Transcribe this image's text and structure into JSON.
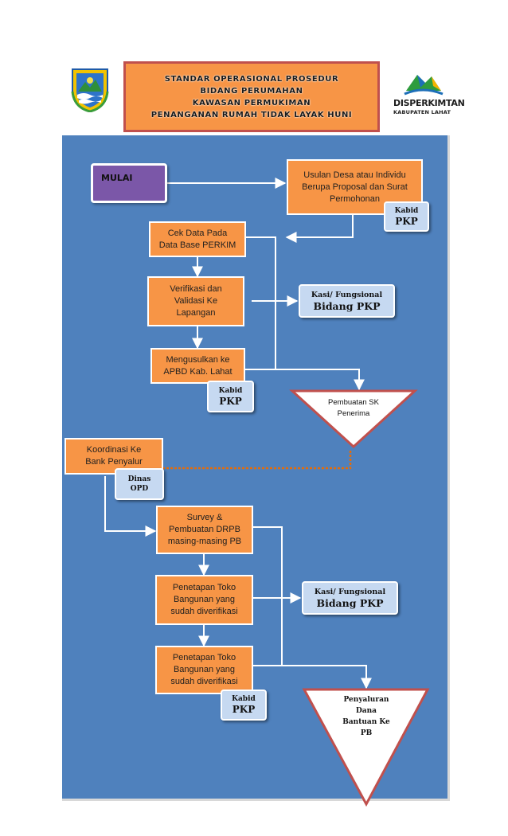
{
  "header": {
    "lines": [
      "STANDAR OPERASIONAL PROSEDUR",
      "BIDANG PERUMAHAN",
      "KAWASAN PERMUKIMAN",
      "PENANGANAN RUMAH TIDAK LAYAK HUNI"
    ],
    "brand_name": "DISPERKIMTAN",
    "brand_sub": "KABUPATEN LAHAT"
  },
  "colors": {
    "panel": "#4f81bd",
    "process": "#f79546",
    "start": "#7b57a8",
    "role": "#c6d9f1",
    "triangle_border": "#c0504d",
    "dotted_line": "#e46c0a"
  },
  "flow": {
    "start": "MULAI",
    "usulan": [
      "Usulan Desa atau Individu",
      "Berupa Proposal dan Surat",
      "Permohonan"
    ],
    "cek_data": [
      "Cek Data Pada",
      "Data Base PERKIM"
    ],
    "verifikasi": [
      "Verifikasi dan",
      "Validasi Ke",
      "Lapangan"
    ],
    "mengusulkan": [
      "Mengusulkan ke",
      "APBD Kab. Lahat"
    ],
    "sk": [
      "Pembuatan SK",
      "Penerima"
    ],
    "koordinasi": [
      "Koordinasi Ke",
      "Bank Penyalur"
    ],
    "survey": [
      "Survey  &",
      "Pembuatan DRPB",
      "masing-masing PB"
    ],
    "penetapan_1": [
      "Penetapan Toko",
      "Bangunan yang",
      "sudah diverifikasi"
    ],
    "penetapan_2": [
      "Penetapan Toko",
      "Bangunan yang",
      "sudah diverifikasi"
    ],
    "penyaluran": [
      "Penyaluran",
      "Dana",
      "Bantuan Ke",
      "PB"
    ]
  },
  "roles": {
    "kabid_1": [
      "Kabid",
      "PKP"
    ],
    "kasi_1": [
      "Kasi/ Fungsional",
      "Bidang PKP"
    ],
    "kabid_2": [
      "Kabid",
      "PKP"
    ],
    "dinas": [
      "Dinas",
      "OPD"
    ],
    "kasi_2": [
      "Kasi/ Fungsional",
      "Bidang PKP"
    ],
    "kabid_3": [
      "Kabid",
      "PKP"
    ]
  }
}
